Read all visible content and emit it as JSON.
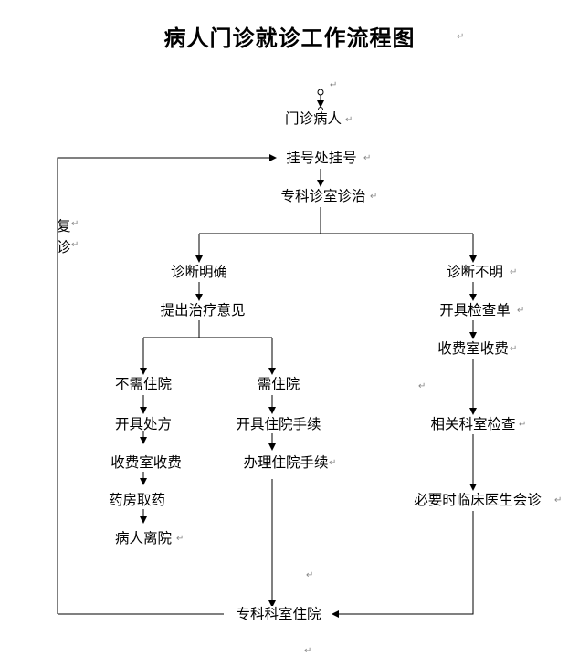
{
  "title": "病人门诊就诊工作流程图",
  "return_mark": "↵",
  "nodes": {
    "outpatient": "门诊病人",
    "registration": "挂号处挂号",
    "specialist_clinic": "专科诊室诊治",
    "diagnosis_clear": "诊断明确",
    "diagnosis_unclear": "诊断不明",
    "treatment_opinion": "提出治疗意见",
    "no_hospitalization": "不需住院",
    "needs_hospitalization": "需住院",
    "prescription": "开具处方",
    "cashier_left": "收费室收费",
    "pharmacy": "药房取药",
    "patient_leaves": "病人离院",
    "admission_papers": "开具住院手续",
    "admission_process": "办理住院手续",
    "exam_order": "开具检查单",
    "cashier_right": "收费室收费",
    "dept_exam": "相关科室检查",
    "consultation": "必要时临床医生会诊",
    "ward_admission": "专科科室住院"
  },
  "side_label": [
    "复",
    "诊"
  ]
}
